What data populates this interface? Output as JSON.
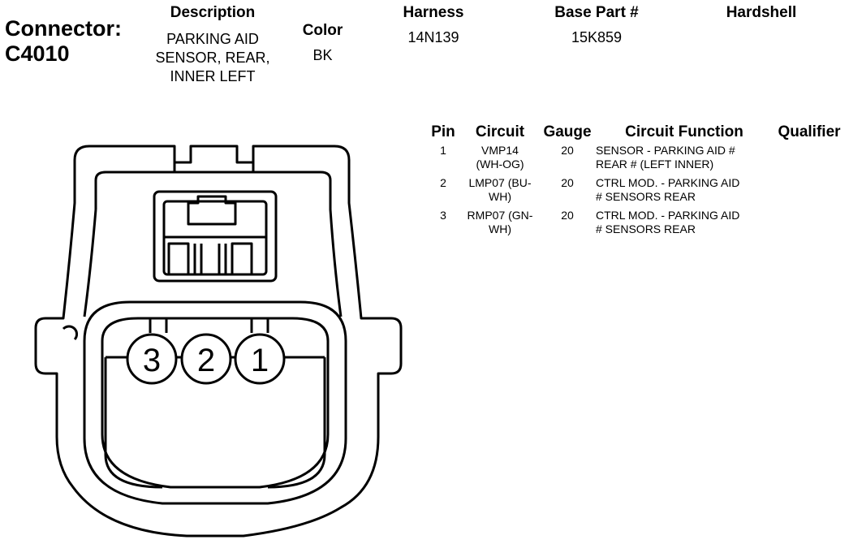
{
  "connector": {
    "label": "Connector:",
    "id": "C4010"
  },
  "description": {
    "header": "Description",
    "lines": [
      "PARKING AID",
      "SENSOR, REAR,",
      "INNER LEFT"
    ]
  },
  "color": {
    "header": "Color",
    "value": "BK"
  },
  "harness": {
    "header": "Harness",
    "value": "14N139"
  },
  "base_part": {
    "header": "Base Part #",
    "value": "15K859"
  },
  "hardshell": {
    "header": "Hardshell",
    "value": ""
  },
  "pin_table": {
    "headers": [
      "Pin",
      "Circuit",
      "Gauge",
      "Circuit Function",
      "Qualifier"
    ],
    "rows": [
      {
        "pin": "1",
        "circuit": [
          "VMP14",
          "(WH-OG)"
        ],
        "gauge": "20",
        "function": [
          "SENSOR - PARKING AID #",
          "REAR # (LEFT INNER)"
        ],
        "qualifier": ""
      },
      {
        "pin": "2",
        "circuit": [
          "LMP07 (BU-",
          "WH)"
        ],
        "gauge": "20",
        "function": [
          "CTRL MOD. - PARKING AID",
          "# SENSORS REAR"
        ],
        "qualifier": ""
      },
      {
        "pin": "3",
        "circuit": [
          "RMP07 (GN-",
          "WH)"
        ],
        "gauge": "20",
        "function": [
          "CTRL MOD. - PARKING AID",
          "# SENSORS REAR"
        ],
        "qualifier": ""
      }
    ]
  },
  "drawing": {
    "pins": [
      "3",
      "2",
      "1"
    ]
  }
}
